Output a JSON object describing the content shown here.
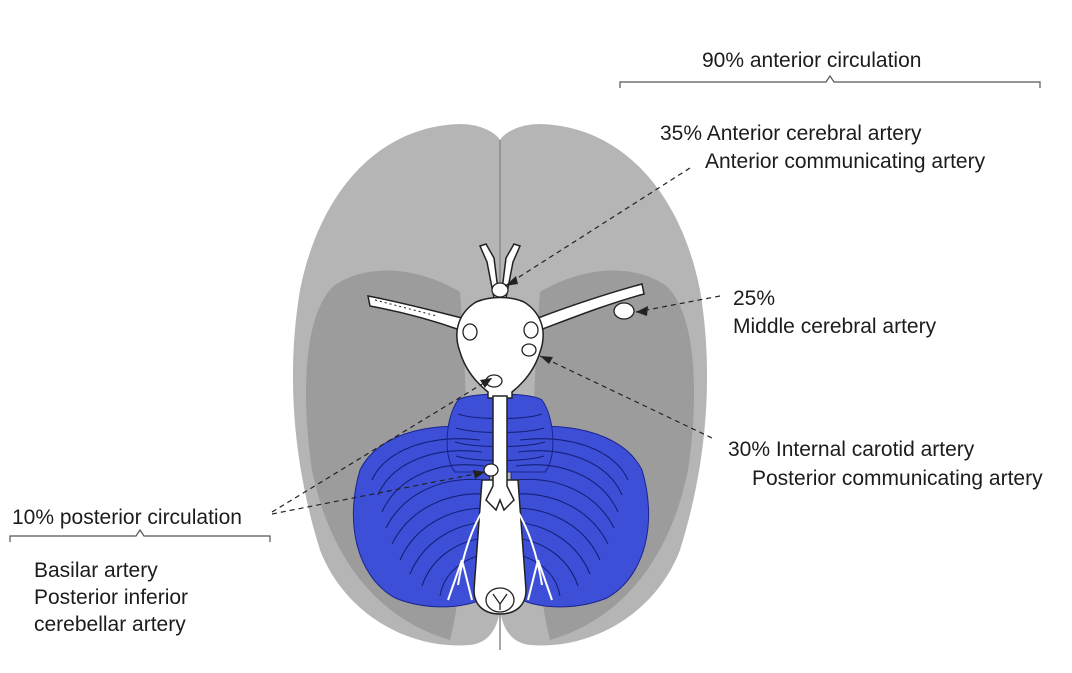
{
  "labels": {
    "anterior_header": "90% anterior circulation",
    "aca_line1": "35% Anterior cerebral artery",
    "aca_line2": "Anterior communicating artery",
    "mca_line1": "25%",
    "mca_line2": "Middle cerebral artery",
    "ica_line1": "30% Internal carotid artery",
    "ica_line2": "Posterior communicating artery",
    "posterior_header": "10% posterior circulation",
    "post_line1": "Basilar artery",
    "post_line2": "Posterior inferior",
    "post_line3": "cerebellar artery"
  },
  "colors": {
    "hemisphere_gray": "#b5b5b5",
    "temporal_gray": "#9c9c9c",
    "cerebellum_blue": "#3d4fd6",
    "folia_line": "#15207a",
    "vessel_white": "#ffffff",
    "outline": "#222222"
  }
}
